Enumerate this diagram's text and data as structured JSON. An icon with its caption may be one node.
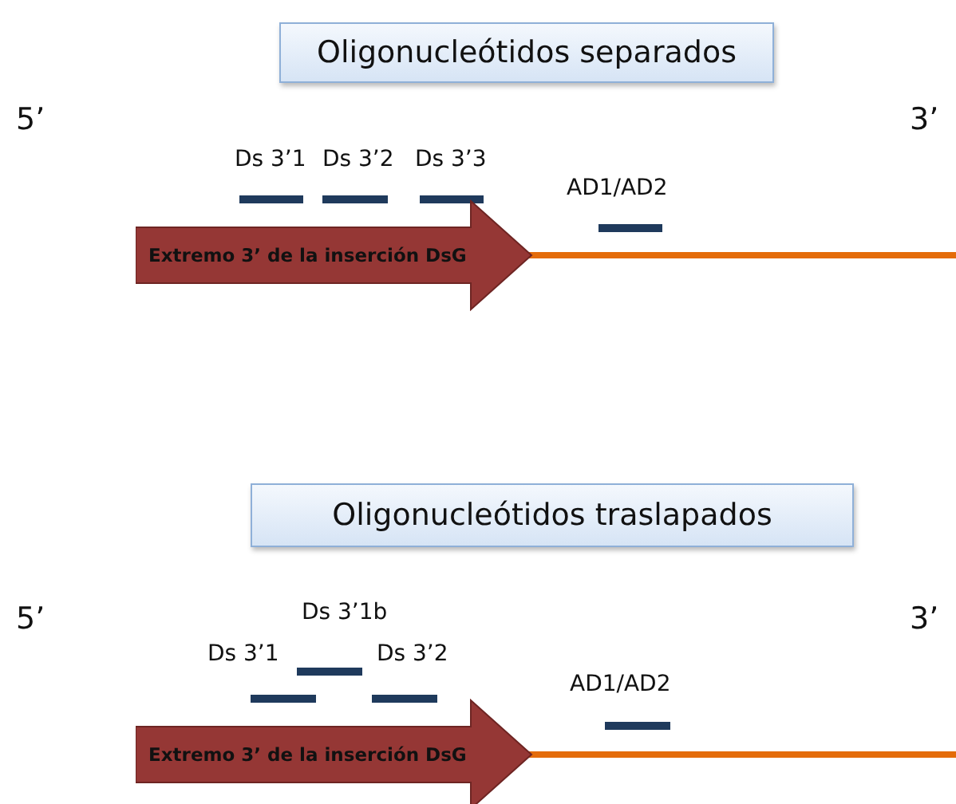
{
  "diagram": {
    "nodes": [
      {
        "text": [
          "Oligonucleótidos separados"
        ]
      },
      {
        "text": [
          "Extremo  3’ de la inserción DsG"
        ]
      },
      {
        "text": [
          "Oligonucleótidos traslapados"
        ]
      },
      {
        "text": [
          "Extremo  3’ de la inserción DsG"
        ]
      }
    ],
    "labels": [
      "5’",
      "3’",
      "Ds 3’1",
      "Ds 3’2",
      "Ds 3’3",
      "AD1/AD2",
      "5’",
      "Ds 3’1b",
      "3’",
      "Ds 3’1",
      "Ds 3’2",
      "AD1/AD2"
    ]
  }
}
